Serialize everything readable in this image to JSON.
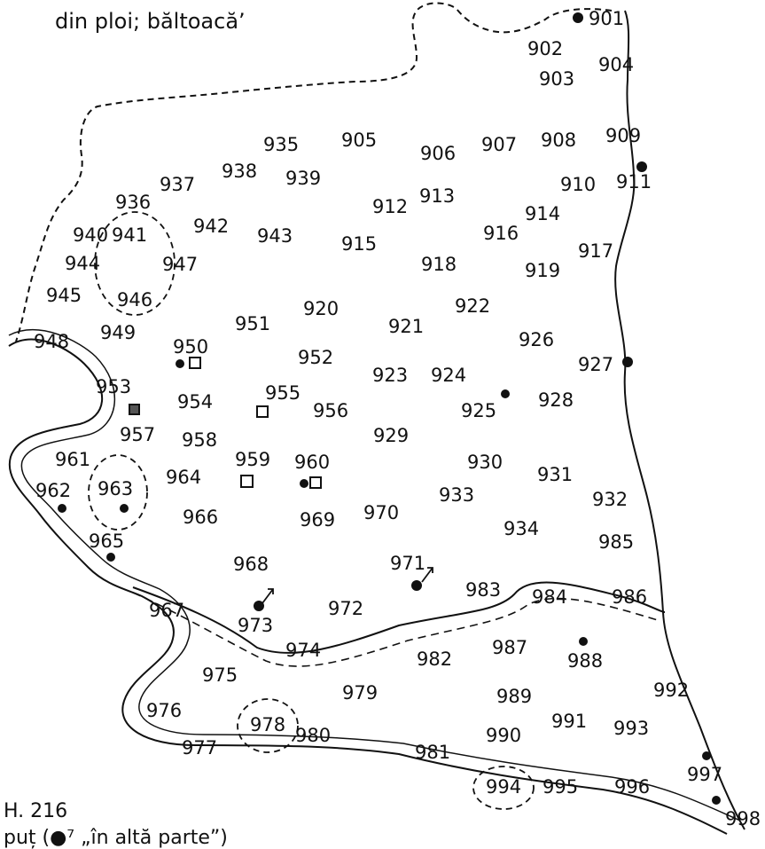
{
  "caption_top": "din  ploi; băltoacă’",
  "map_id": "H. 216",
  "legend": {
    "symbol": "●",
    "text": " puț (●⁷ „în altă  parte”)"
  },
  "points": [
    "901",
    "902",
    "903",
    "904",
    "905",
    "906",
    "907",
    "908",
    "909",
    "910",
    "911",
    "912",
    "913",
    "914",
    "915",
    "916",
    "917",
    "918",
    "919",
    "920",
    "921",
    "922",
    "923",
    "924",
    "925",
    "926",
    "927",
    "928",
    "929",
    "930",
    "931",
    "932",
    "933",
    "934",
    "935",
    "936",
    "937",
    "938",
    "939",
    "940",
    "941",
    "942",
    "943",
    "944",
    "945",
    "946",
    "947",
    "948",
    "949",
    "950",
    "951",
    "952",
    "953",
    "954",
    "955",
    "956",
    "957",
    "958",
    "959",
    "960",
    "961",
    "962",
    "963",
    "964",
    "965",
    "966",
    "967",
    "968",
    "969",
    "970",
    "971",
    "972",
    "973",
    "974",
    "975",
    "976",
    "977",
    "978",
    "979",
    "980",
    "981",
    "982",
    "983",
    "984",
    "985",
    "986",
    "987",
    "988",
    "989",
    "990",
    "991",
    "992",
    "993",
    "994",
    "995",
    "996",
    "997",
    "998"
  ]
}
